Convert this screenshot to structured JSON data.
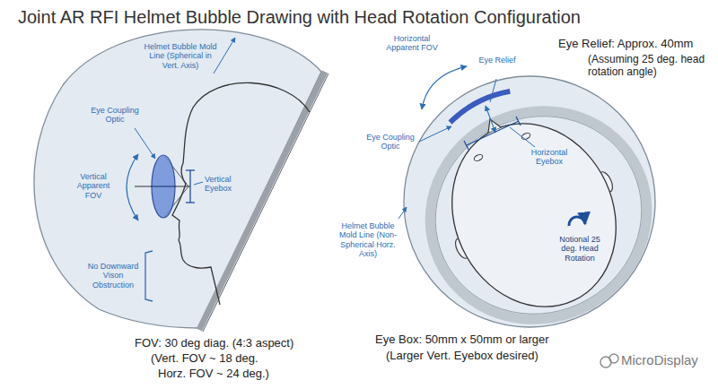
{
  "diagram": {
    "title": "Joint AR RFI Helmet Bubble Drawing with Head Rotation Configuration",
    "labels": [
      "Helmet Bubble Mold Line (Spherical in Vert. Axis)",
      "Eye Coupling Optic",
      "Vertical Apparent FOV",
      "Vertical Eyebox",
      "No Downward Vison Obstruction",
      "FOV: 30 deg diag. (4:3 aspect)",
      "(Vert. FOV ~ 18 deg.",
      "Horz. FOV ~ 24 deg.)",
      "Horizontal Apparent FOV",
      "Eye Relief",
      "Eye Relief: Approx. 40mm",
      "(Assuming 25 deg. head rotation angle)",
      "Eye Coupling Optic",
      "Horizontal Eyebox",
      "Notional 25 deg. Head Rotation",
      "Helmet Bubble Mold Line (Non-Spherical Horz. Axis)",
      "Eye Box: 50mm x 50mm or larger",
      "(Larger Vert. Eyebox desired)",
      "MicroDisplay"
    ]
  }
}
